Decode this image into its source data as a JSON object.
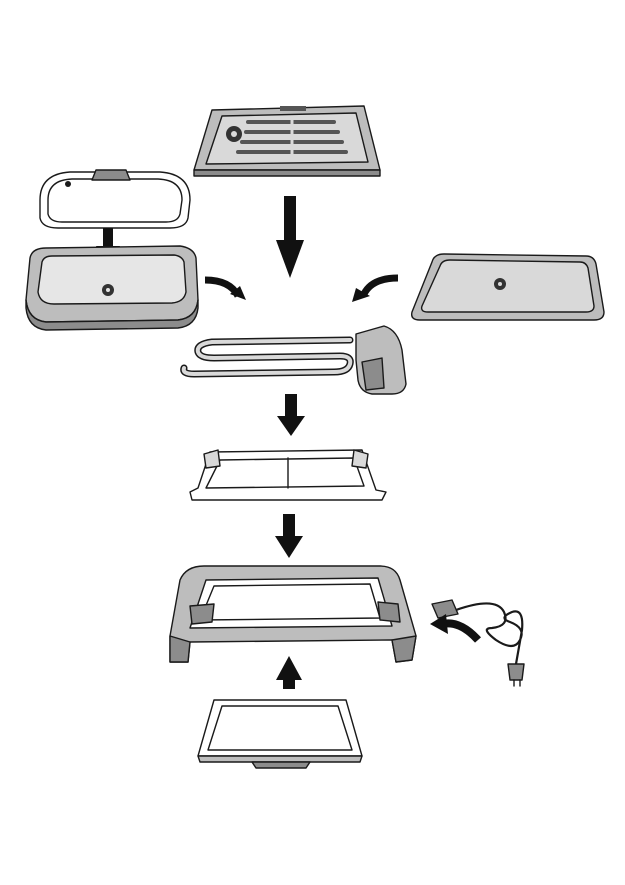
{
  "diagram": {
    "description_type": "exploded-assembly",
    "colors": {
      "outline": "#1a1a1a",
      "fill_light": "#d9d9d9",
      "fill_mid": "#bdbdbd",
      "fill_dark": "#8c8c8c",
      "arrow": "#111111",
      "background": "#ffffff"
    },
    "parts": [
      {
        "id": "grill-plate",
        "kind": "part"
      },
      {
        "id": "glass-lid",
        "kind": "part"
      },
      {
        "id": "cooking-pan",
        "kind": "part"
      },
      {
        "id": "flat-griddle-plate",
        "kind": "part"
      },
      {
        "id": "heating-element",
        "kind": "part"
      },
      {
        "id": "reflector-tray",
        "kind": "part"
      },
      {
        "id": "base-frame",
        "kind": "part"
      },
      {
        "id": "drip-tray",
        "kind": "part"
      },
      {
        "id": "power-cord",
        "kind": "part"
      }
    ],
    "arrows": [
      {
        "id": "arrow-lid-to-pan",
        "direction": "down"
      },
      {
        "id": "arrow-grill-down",
        "direction": "down"
      },
      {
        "id": "arrow-pan-curve",
        "direction": "curved-right"
      },
      {
        "id": "arrow-griddle-curve",
        "direction": "curved-left"
      },
      {
        "id": "arrow-element-down",
        "direction": "down"
      },
      {
        "id": "arrow-tray-down",
        "direction": "down"
      },
      {
        "id": "arrow-driptray-up",
        "direction": "up"
      },
      {
        "id": "arrow-cord-curve",
        "direction": "curved-left"
      }
    ]
  }
}
